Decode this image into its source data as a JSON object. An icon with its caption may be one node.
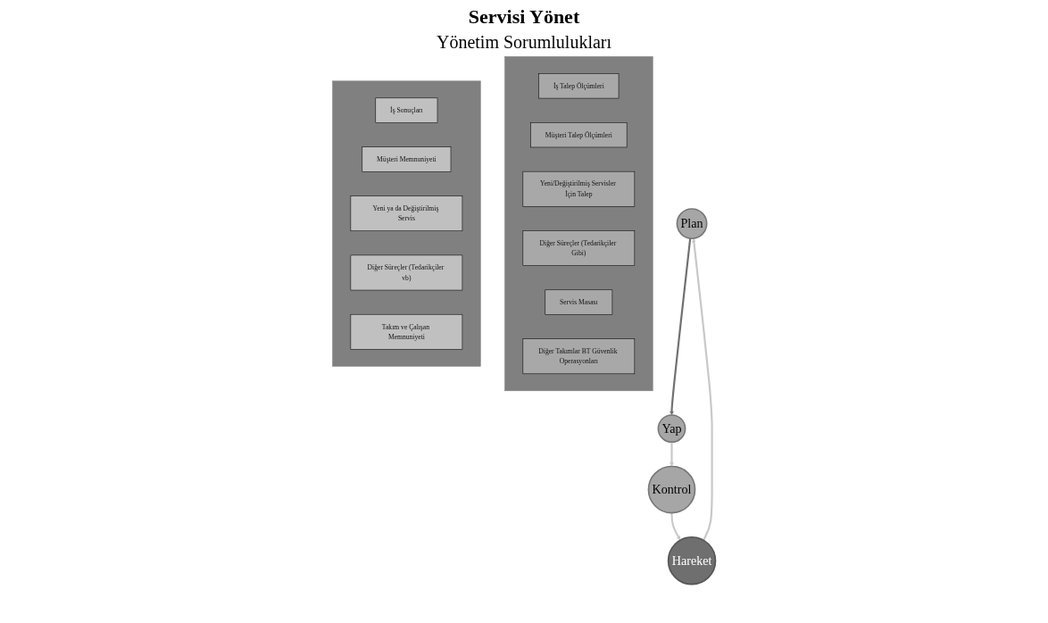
{
  "diagram": {
    "title": "Servisi Yönet",
    "nodes": [
      {
        "text": [],
        "shape": "bar"
      },
      {
        "text": [
          "İş Talep Ölçümleri"
        ],
        "in": 0
      },
      {
        "text": [
          "Müşteri Talep Ölçümleri"
        ],
        "in": 0
      },
      {
        "text": [
          "Yeni/Değiştirilmiş Servisler İçin Talep"
        ],
        "in": 0
      },
      {
        "text": [
          "Diğer Süreçler (Tedarikçiler Gibi)"
        ],
        "in": 0
      },
      {
        "text": [
          "Servis Masası"
        ],
        "in": 0
      },
      {
        "text": [
          "Diğer Takımlar BT Güvenlik Operasyonları"
        ],
        "in": 0
      },
      {
        "text": [
          "Plan"
        ]
      },
      {
        "text": [
          "Yap"
        ]
      },
      {
        "text": [
          "Kontrol"
        ]
      },
      {
        "text": [
          "Hareket"
        ]
      },
      {
        "text": [],
        "shape": "bar"
      },
      {
        "text": [
          "İş Sonuçları"
        ],
        "in": 11
      },
      {
        "text": [
          "Müşteri Memnuniyeti"
        ],
        "in": 11
      },
      {
        "text": [
          "Yeni ya da Değiştirilmiş Servis"
        ],
        "in": 11
      },
      {
        "text": [
          "Diğer Süreçler (Tedarikçiler vb)"
        ],
        "in": 11
      },
      {
        "text": [
          "Takım ve Çalışan Memnuniyeti"
        ],
        "in": 11
      }
    ],
    "edges": [
      {
        "from": 7,
        "to": 8,
        "arrow": "to",
        "color": "#707070"
      },
      {
        "from": 8,
        "to": 9,
        "arrow": "to"
      },
      {
        "from": 9,
        "to": 10,
        "arrow": "to"
      },
      {
        "from": 10,
        "to": 7,
        "arrow": "to"
      }
    ],
    "labels": [
      "Yönetim Sorumlulukları"
    ]
  }
}
